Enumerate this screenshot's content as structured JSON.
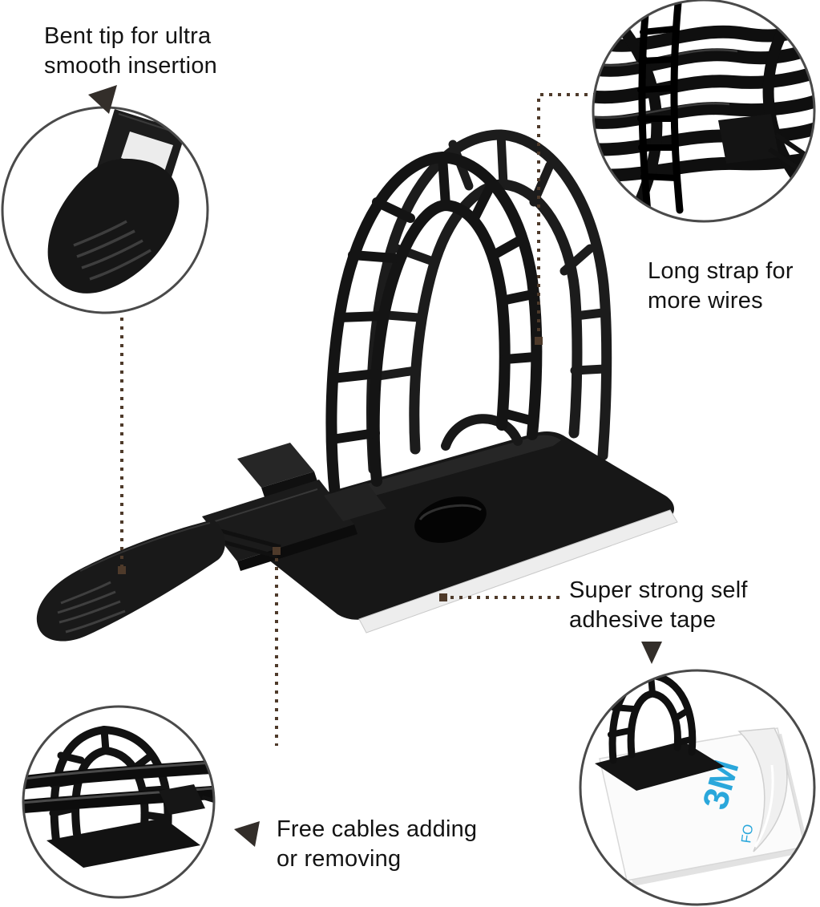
{
  "callouts": {
    "bent_tip": {
      "line1": "Bent tip for ultra",
      "line2": "smooth insertion"
    },
    "long_strap": {
      "line1": "Long strap for",
      "line2": "more wires"
    },
    "adhesive": {
      "line1": "Super strong self",
      "line2": "adhesive tape"
    },
    "free_cables": {
      "line1": "Free cables adding",
      "line2": "or removing"
    }
  },
  "tape_print": {
    "brand": "3M",
    "edge_text": "FO"
  },
  "icons": {
    "arrow_bent_tip": "solid-triangle-down-left",
    "arrow_adhesive": "solid-triangle-down",
    "arrow_free_cables": "solid-triangle-down-left",
    "inset_top_left": "bent-tip-closeup-photo",
    "inset_top_right": "cable-bundle-closeup-photo",
    "inset_bottom_right": "adhesive-tape-closeup-photo",
    "inset_bottom_left": "clip-with-cables-closeup-photo"
  },
  "colors": {
    "background": "#ffffff",
    "text": "#131313",
    "product": "#161616",
    "leader_line": "#4e3a2a",
    "circle_border": "#4a4a4a",
    "tape_print_blue": "#2aa7db",
    "adhesive_white": "#ededed"
  }
}
